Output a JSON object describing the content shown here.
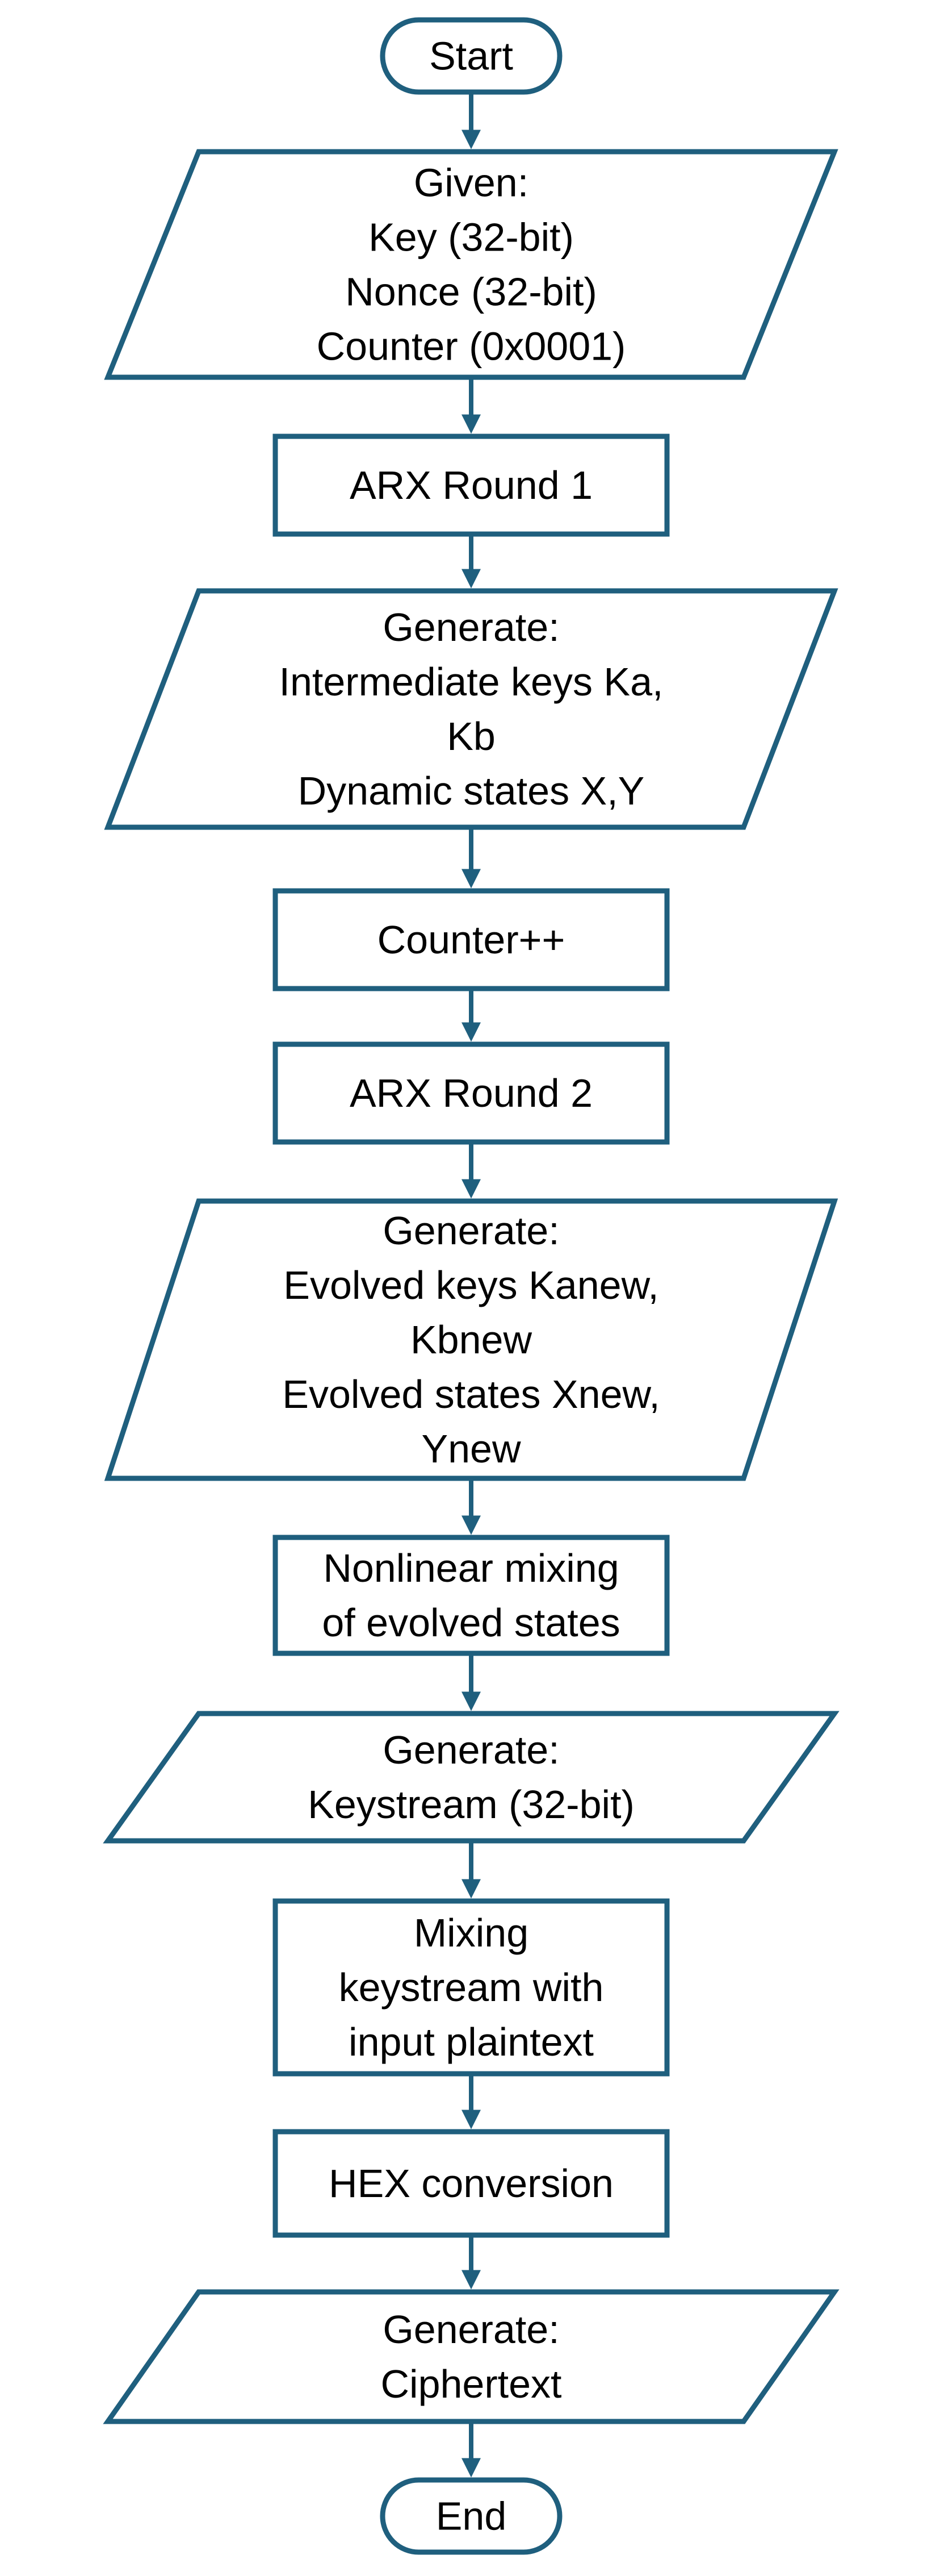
{
  "diagram": {
    "colors": {
      "stroke": "#1f5f7e",
      "fill": "#ffffff",
      "text": "#000000"
    },
    "nodes": [
      {
        "id": "start",
        "shape": "terminator",
        "lines": [
          "Start"
        ]
      },
      {
        "id": "given",
        "shape": "data",
        "lines": [
          "Given:",
          "Key (32-bit)",
          "Nonce (32-bit)",
          "Counter (0x0001)"
        ]
      },
      {
        "id": "arx1",
        "shape": "process",
        "lines": [
          "ARX Round 1"
        ]
      },
      {
        "id": "generate-intermediate",
        "shape": "data",
        "lines": [
          "Generate:",
          "Intermediate keys Ka,",
          "Kb",
          "Dynamic states X,Y"
        ]
      },
      {
        "id": "counter",
        "shape": "process",
        "lines": [
          "Counter++"
        ]
      },
      {
        "id": "arx2",
        "shape": "process",
        "lines": [
          "ARX Round 2"
        ]
      },
      {
        "id": "generate-evolved",
        "shape": "data",
        "lines": [
          "Generate:",
          "Evolved keys Kanew,",
          "Kbnew",
          "Evolved states Xnew,",
          "Ynew"
        ]
      },
      {
        "id": "nonlinear-mixing",
        "shape": "process",
        "lines": [
          "Nonlinear mixing",
          "of evolved states"
        ]
      },
      {
        "id": "generate-keystream",
        "shape": "data",
        "lines": [
          "Generate:",
          "Keystream (32-bit)"
        ]
      },
      {
        "id": "mixing-keystream",
        "shape": "process",
        "lines": [
          "Mixing",
          "keystream with",
          "input plaintext"
        ]
      },
      {
        "id": "hex-conversion",
        "shape": "process",
        "lines": [
          "HEX conversion"
        ]
      },
      {
        "id": "generate-ciphertext",
        "shape": "data",
        "lines": [
          "Generate:",
          "Ciphertext"
        ]
      },
      {
        "id": "end",
        "shape": "terminator",
        "lines": [
          "End"
        ]
      }
    ]
  }
}
